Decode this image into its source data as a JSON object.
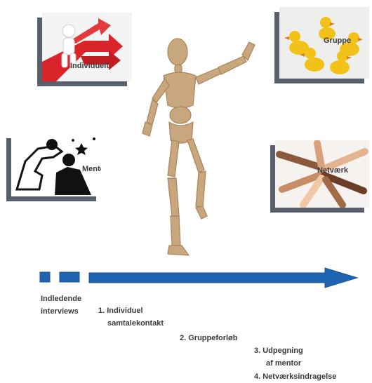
{
  "photos": {
    "individuelt": {
      "label": "Individuelt"
    },
    "gruppe": {
      "label": "Gruppe"
    },
    "mentor": {
      "label": "Mentor"
    },
    "netvaerk": {
      "label": "Netværk"
    }
  },
  "steps": {
    "intro_line1": "Indledende",
    "intro_line2": "interviews",
    "step1_line1": "1. Individuel",
    "step1_line2": "samtalekontakt",
    "step2": "2. Gruppeforløb",
    "step3_line1": "3. Udpegning",
    "step3_line2": "af mentor",
    "step4": "4. Netværksindragelse"
  },
  "colors": {
    "arrow_blue": "#1f64b3",
    "arrow_blue_dark": "#174e8e",
    "frame_shadow": "#5a5f6e",
    "text": "#3a3a3a",
    "red_arrow": "#d9252a",
    "duck_yellow": "#f2c21b",
    "wood": "#c9a77e"
  }
}
